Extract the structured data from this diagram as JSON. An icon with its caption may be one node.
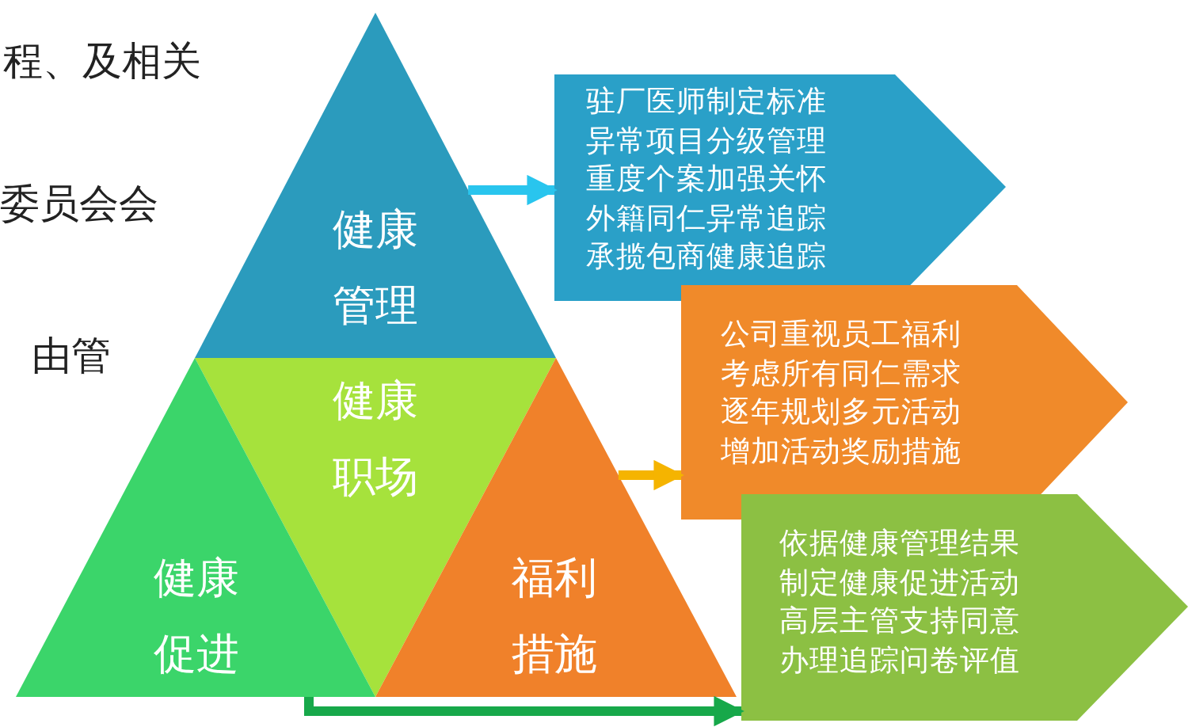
{
  "diagram": {
    "nodes": [
      {
        "text": [
          "健康管理"
        ]
      },
      {
        "text": [
          "健康职场"
        ]
      },
      {
        "text": [
          "健康促进"
        ]
      },
      {
        "text": [
          "福利措施"
        ]
      },
      {
        "text": [
          "驻厂医师制定标准",
          "异常项目分级管理",
          "重度个案加强关怀",
          "外籍同仁异常追踪",
          "承揽包商健康追踪"
        ]
      },
      {
        "text": [
          "公司重视员工福利",
          "考虑所有同仁需求",
          "逐年规划多元活动",
          "增加活动奖励措施"
        ]
      },
      {
        "text": [
          "依据健康管理结果",
          "制定健康促进活动",
          "高层主管支持同意",
          "办理追踪问卷评值"
        ]
      }
    ],
    "edges": [
      {
        "from": 0,
        "to": 4,
        "arrow": "to",
        "color": "#29c5ee"
      },
      {
        "from": 3,
        "to": 5,
        "arrow": "to",
        "color": "#f5b400"
      },
      {
        "from": 2,
        "to": 6,
        "arrow": "to",
        "color": "#17a84a"
      }
    ],
    "labels": [
      "程、及相关",
      "委员会会",
      "由管"
    ]
  }
}
